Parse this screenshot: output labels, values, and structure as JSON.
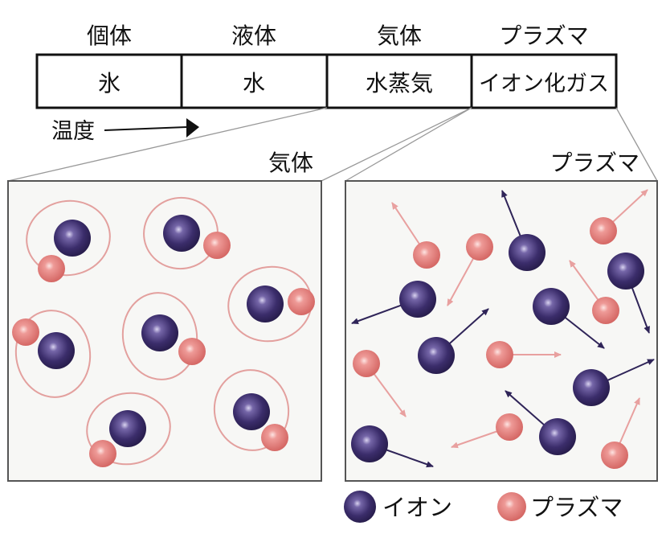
{
  "states": [
    {
      "header": "個体",
      "substance": "氷"
    },
    {
      "header": "液体",
      "substance": "水"
    },
    {
      "header": "気体",
      "substance": "水蒸気"
    },
    {
      "header": "プラズマ",
      "substance": "イオン化ガス"
    }
  ],
  "temperature_label": "温度",
  "gas_panel": {
    "title": "気体"
  },
  "plasma_panel": {
    "title": "プラズマ"
  },
  "legend": [
    {
      "label": "イオン",
      "color": "#3b2d6b"
    },
    {
      "label": "プラズマ",
      "color": "#e07a78"
    }
  ],
  "colors": {
    "ion": "#3b2d6b",
    "electron": "#e07a78",
    "orbit": "#e3a09e",
    "ion_arrow": "#2f2458",
    "electron_arrow": "#e8a09f",
    "panel_bg": "#f7f7f5"
  }
}
